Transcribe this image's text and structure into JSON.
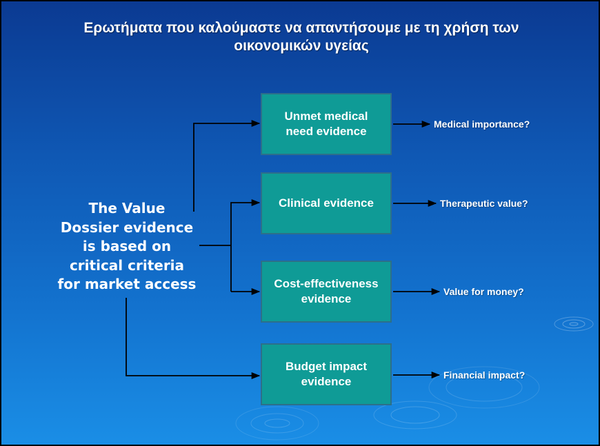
{
  "title": {
    "line1": "Ερωτήματα που καλούμαστε να απαντήσουμε με τη χρήση των",
    "line2": "οικονομικών υγείας"
  },
  "source": {
    "lines": [
      "The Value",
      "Dossier evidence",
      "is based on",
      "critical criteria",
      "for market access"
    ]
  },
  "boxes": [
    {
      "lines": [
        "Unmet medical",
        "need evidence"
      ],
      "question": "Medical importance?"
    },
    {
      "lines": [
        "Clinical evidence"
      ],
      "question": "Therapeutic value?"
    },
    {
      "lines": [
        "Cost-effectiveness",
        "evidence"
      ],
      "question": "Value for money?"
    },
    {
      "lines": [
        "Budget impact",
        "evidence"
      ],
      "question": "Financial impact?"
    }
  ],
  "colors": {
    "background_top": "#0b3a92",
    "background_bottom": "#1a8ee6",
    "box_fill": "#0f9b96",
    "box_border": "#2d6f8a",
    "line": "#000000",
    "text": "#ffffff"
  }
}
